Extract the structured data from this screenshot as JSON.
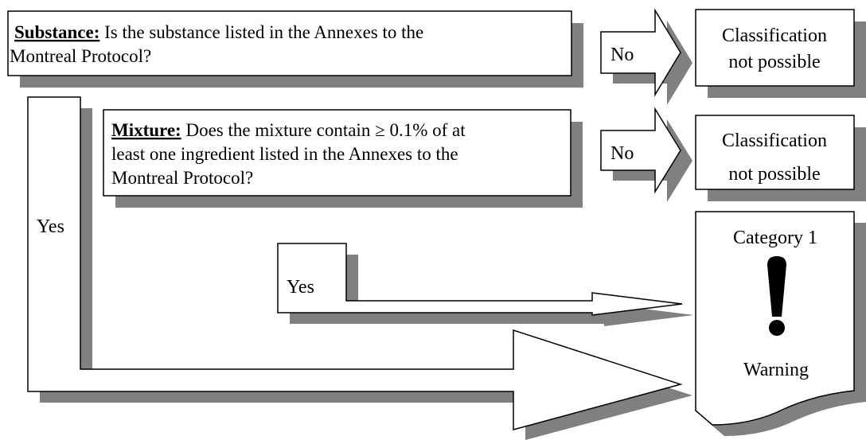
{
  "substance_box": {
    "label": "Substance:",
    "text_line1": " Is the substance listed in the Annexes to the",
    "text_line2": "Montreal Protocol?"
  },
  "mixture_box": {
    "label": "Mixture:",
    "text_line1": " Does the mixture contain ≥ 0.1% of at",
    "text_line2": "least one ingredient listed in the Annexes to the",
    "text_line3": "Montreal Protocol?"
  },
  "no_arrow_1": {
    "label": "No"
  },
  "no_arrow_2": {
    "label": "No"
  },
  "result_top": {
    "line1": "Classification",
    "line2": "not possible"
  },
  "result_middle": {
    "line1": "Classification",
    "line2": "not possible"
  },
  "yes_left": {
    "label": "Yes"
  },
  "yes_inner": {
    "label": "Yes"
  },
  "category_box": {
    "title": "Category 1",
    "symbol": "exclamation-mark-icon",
    "signal_word": "Warning"
  },
  "colors": {
    "shadow": "#808080",
    "stroke": "#000000",
    "fill": "#ffffff"
  }
}
